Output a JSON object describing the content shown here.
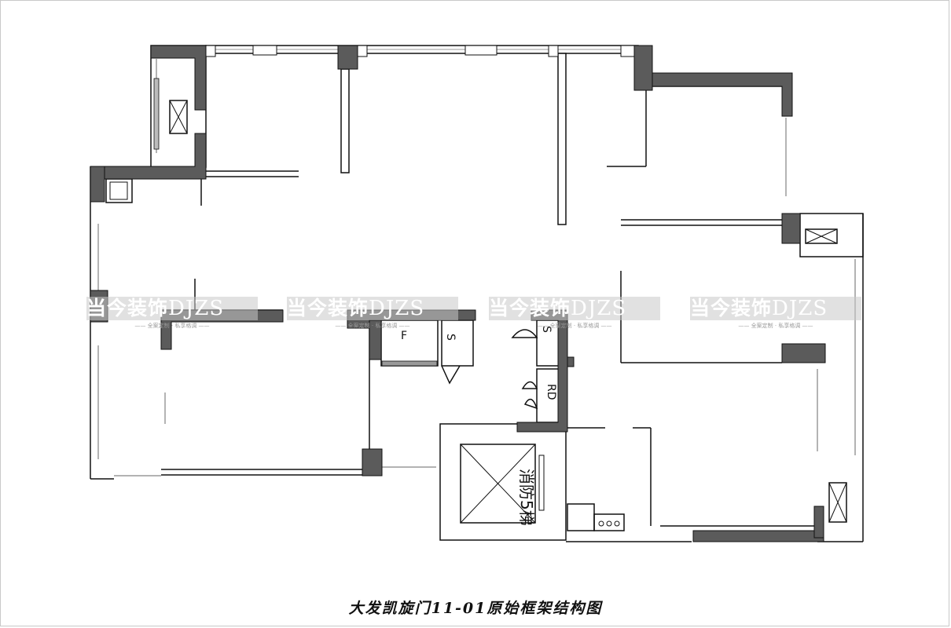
{
  "caption": "大发凯旋门11-01原始框架结构图",
  "labels": {
    "elevator": "消防5梯",
    "f": "F",
    "s1": "S",
    "s2": "S",
    "rd": "RD"
  },
  "watermark": {
    "brand": "当今装饰",
    "latin": "DJZS",
    "tagline": "—— 全案定制 · 私享格调 ——",
    "count": 4
  },
  "colors": {
    "wall": "#5b5b5b",
    "line": "#111111",
    "window": "#9a9a9a",
    "background": "#ffffff"
  }
}
